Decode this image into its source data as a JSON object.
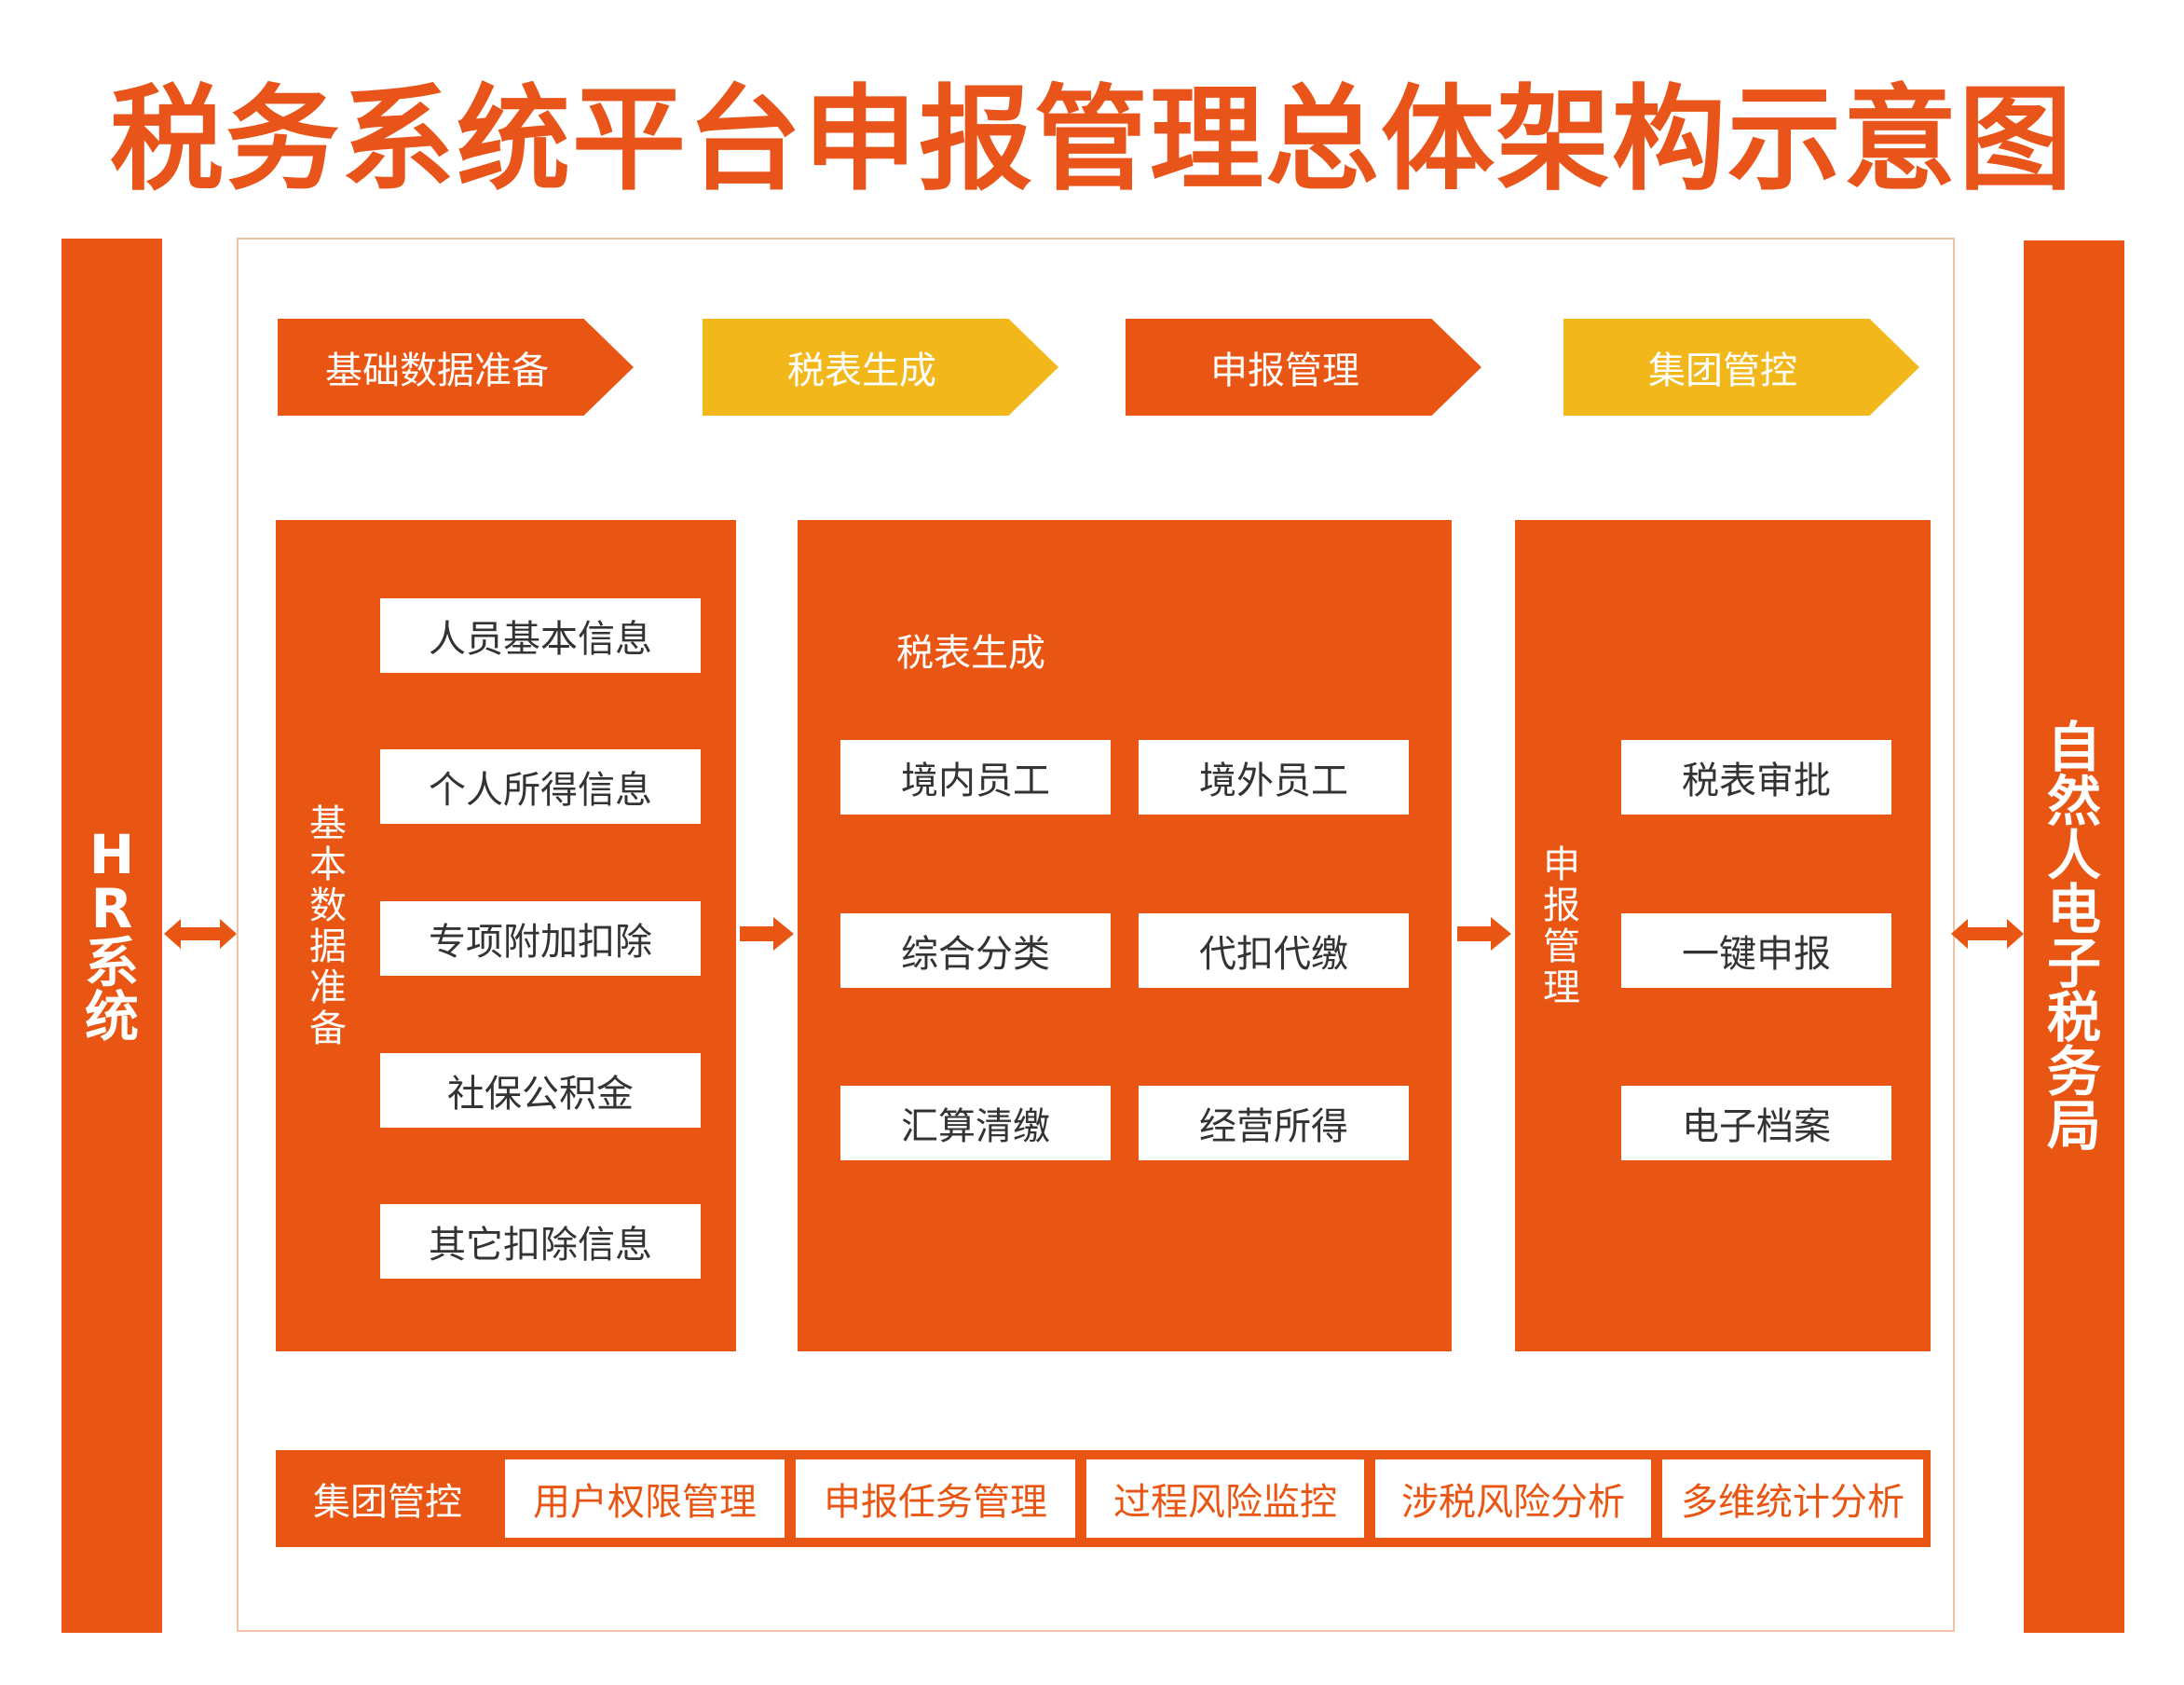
{
  "title": "税务系统平台申报管理总体架构示意图",
  "left_system": "HR系统",
  "right_system": "自然人电子税务局",
  "flow": [
    {
      "label": "基础数据准备",
      "color": "orange"
    },
    {
      "label": "税表生成",
      "color": "yellow"
    },
    {
      "label": "申报管理",
      "color": "orange"
    },
    {
      "label": "集团管控",
      "color": "yellow"
    }
  ],
  "panel_basic": {
    "label": "基本数据准备",
    "items": [
      "人员基本信息",
      "个人所得信息",
      "专项附加扣除",
      "社保公积金",
      "其它扣除信息"
    ]
  },
  "panel_tax": {
    "title": "税表生成",
    "items": [
      "境内员工",
      "境外员工",
      "综合分类",
      "代扣代缴",
      "汇算清缴",
      "经营所得"
    ]
  },
  "panel_declare": {
    "label": "申报管理",
    "items": [
      "税表审批",
      "一键申报",
      "电子档案"
    ]
  },
  "group_control": {
    "label": "集团管控",
    "items": [
      "用户权限管理",
      "申报任务管理",
      "过程风险监控",
      "涉税风险分析",
      "多维统计分析"
    ]
  },
  "colors": {
    "orange": "#e95613",
    "yellow": "#f2b81b",
    "title": "#e8541a"
  }
}
